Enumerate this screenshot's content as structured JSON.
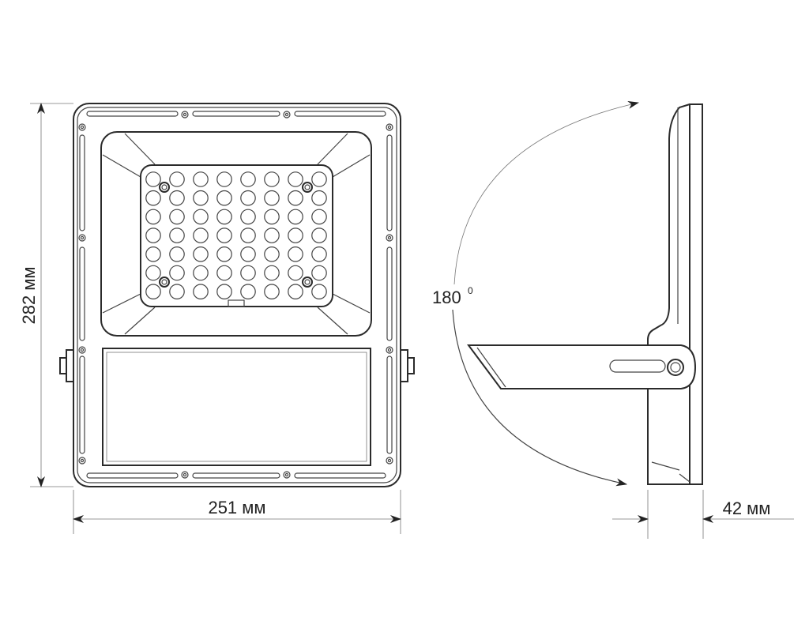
{
  "title": "LED floodlight dimensions",
  "dimensions": {
    "height": "282 мм",
    "width": "251 мм",
    "depth": "42 мм",
    "rotation_angle": "180",
    "rotation_unit": "0"
  },
  "led_grid": {
    "columns": 8,
    "rows": 7
  },
  "colors": {
    "line": "#2b2b2b",
    "background": "#ffffff"
  }
}
